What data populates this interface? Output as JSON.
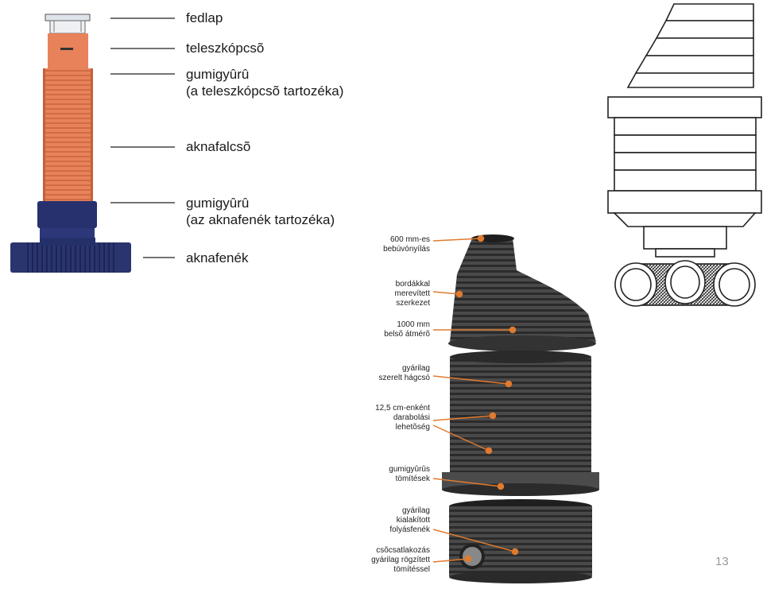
{
  "left_labels": {
    "fedlap": "fedlap",
    "teleszkopcso": "teleszkópcsõ",
    "gumigyuru1_line1": "gumigyûrû",
    "gumigyuru1_line2": "(a teleszkópcsõ tartozéka)",
    "aknafalcso": "aknafalcsõ",
    "gumigyuru2_line1": "gumigyûrû",
    "gumigyuru2_line2": "(az aknafenék tartozéka)",
    "aknafenek": "aknafenék"
  },
  "middle_labels": {
    "opening": [
      "600 mm-es",
      "bebúvónyílás"
    ],
    "ribs": [
      "bordákkal",
      "merevített",
      "szerkezet"
    ],
    "diameter": [
      "1000 mm",
      "belsõ átmérõ"
    ],
    "ladder": [
      "gyárilag",
      "szerelt hágcsó"
    ],
    "cut": [
      "12,5 cm-enként",
      "darabolási",
      "lehetõség"
    ],
    "seals": [
      "gumigyûrûs",
      "tömítések"
    ],
    "floor": [
      "gyárilag",
      "kialakított",
      "folyásfenék"
    ],
    "pipe": [
      "csõcsatlakozás",
      "gyárilag rögzített",
      "tömítéssel"
    ]
  },
  "page_number": "13",
  "colors": {
    "orange": "#e8825a",
    "navy": "#25306a",
    "dark_grey": "#3b3b3b",
    "callout": "#e07b2e"
  }
}
